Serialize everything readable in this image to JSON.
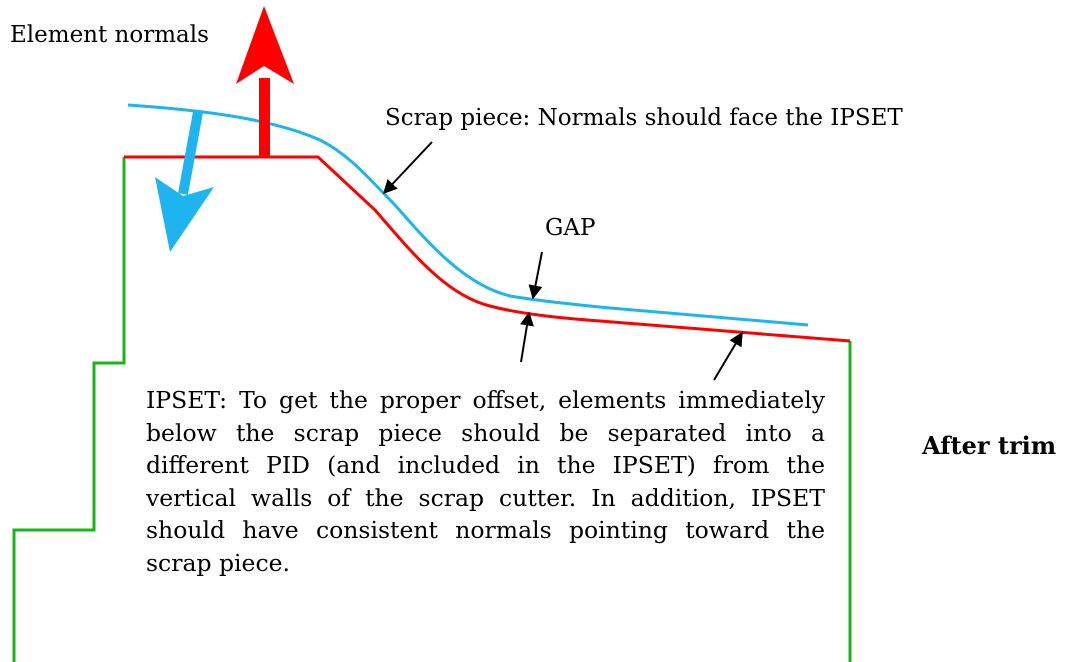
{
  "labels": {
    "element_normals": "Element normals",
    "scrap_piece": "Scrap piece: Normals should face the IPSET",
    "gap": "GAP",
    "after_trim": "After trim",
    "ipset_description": "IPSET: To get the proper offset, elements immediately below the scrap piece should be separated into a different PID (and included in the IPSET) from the vertical walls of the scrap cutter.  In addition, IPSET should have consistent normals pointing toward the scrap piece."
  },
  "colors": {
    "ipset_surface": "#ff0000",
    "scrap_piece": "#1eb4f0",
    "cutter_walls": "#18b418",
    "leader_arrows": "#000000"
  }
}
